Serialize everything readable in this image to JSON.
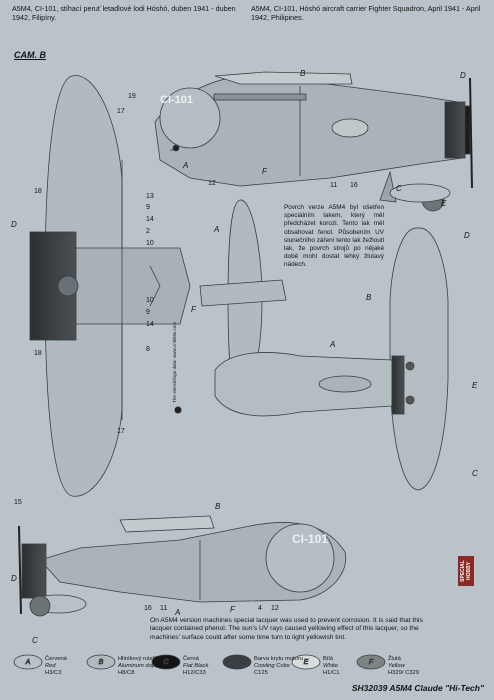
{
  "header": {
    "cz": "A5M4, CI-101, stíhací peruť letadlové lodi Hóshó, duben 1941 - duben 1942, Filipíny.",
    "en": "A5M4, CI-101, Hóshó aircraft carrier Fighter Squadron, April 1941 - April 1942, Philipines."
  },
  "section": "CAM. B",
  "aircraft_code": "CI-101",
  "note_cz": "Povrch verze A5M4 byl ošetřen speciálním lakem, který měl předcházet korozi. Tento lak měl obsahovat fenol. Působením UV slunečního záření tento lak žežloutl lak, že povrch strojů po nějaké době mohl dostat lehký žlutavý nádech.",
  "note_en": "On A5M4 version machines special lacquer was used to prevent corrosion. It is said that this lacquer contained phenol. The sun's UV rays caused yellowing effect of this lacquer, so the machines' surface could after some time turn to light yellowish tint.",
  "callouts": {
    "top_side": [
      "19",
      "B",
      "D",
      "A",
      "12",
      "F",
      "11",
      "16",
      "C",
      "E"
    ],
    "left_top": [
      "17",
      "18",
      "13",
      "9",
      "14",
      "2",
      "10",
      "D",
      "10",
      "9",
      "14",
      "8",
      "18",
      "17"
    ],
    "small_top": [
      "A",
      "F"
    ],
    "right_under": [
      "D",
      "B",
      "A",
      "E",
      "C"
    ],
    "bottom_side": [
      "15",
      "B",
      "D",
      "C",
      "16",
      "11",
      "A",
      "F",
      "4",
      "12"
    ]
  },
  "stencil_text": "The stencil/logo data: www.cmkkits.com",
  "colors": [
    {
      "letter": "A",
      "cz": "Červená",
      "en": "Red",
      "code": "H3/C3",
      "hex": "#b8c3c9"
    },
    {
      "letter": "B",
      "cz": "Hliníkový nástřik",
      "en": "Aluminum dope",
      "code": "H8/C8",
      "hex": "#b2babe"
    },
    {
      "letter": "C",
      "cz": "Černá",
      "en": "Flat Black",
      "code": "H12/C33",
      "hex": "#151515"
    },
    {
      "letter": "D",
      "cz": "Barva krytu motoru",
      "en": "Cowling Color",
      "code": "C125",
      "hex": "#3c3f42"
    },
    {
      "letter": "E",
      "cz": "Bílá",
      "en": "White",
      "code": "H1/C1",
      "hex": "#d9dcdc"
    },
    {
      "letter": "F",
      "cz": "Žlutá",
      "en": "Yellow",
      "code": "H329/ C329",
      "hex": "#7d8385"
    }
  ],
  "footer": "SH32039 A5M4 Claude \"Hi-Tech\"",
  "brand": "SPECIAL HOBBY"
}
